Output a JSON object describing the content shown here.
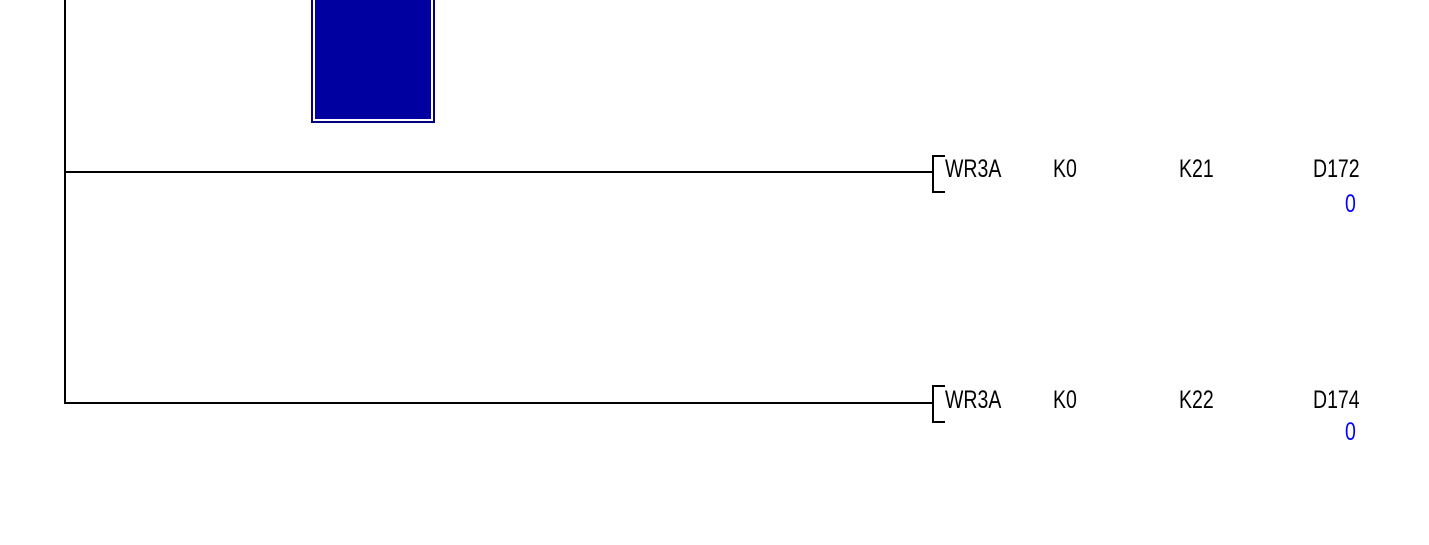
{
  "colors": {
    "background": "#ffffff",
    "line": "#000000",
    "text": "#000000",
    "monitor_value": "#0000ff",
    "cursor_fill": "#0000a0",
    "cursor_border": "#000080",
    "cursor_inner": "#ffffff"
  },
  "rungs": [
    {
      "instruction": "WR3A",
      "operands": [
        "K0",
        "K21",
        "D172"
      ],
      "monitor_value": "0"
    },
    {
      "instruction": "WR3A",
      "operands": [
        "K0",
        "K22",
        "D174"
      ],
      "monitor_value": "0"
    }
  ]
}
